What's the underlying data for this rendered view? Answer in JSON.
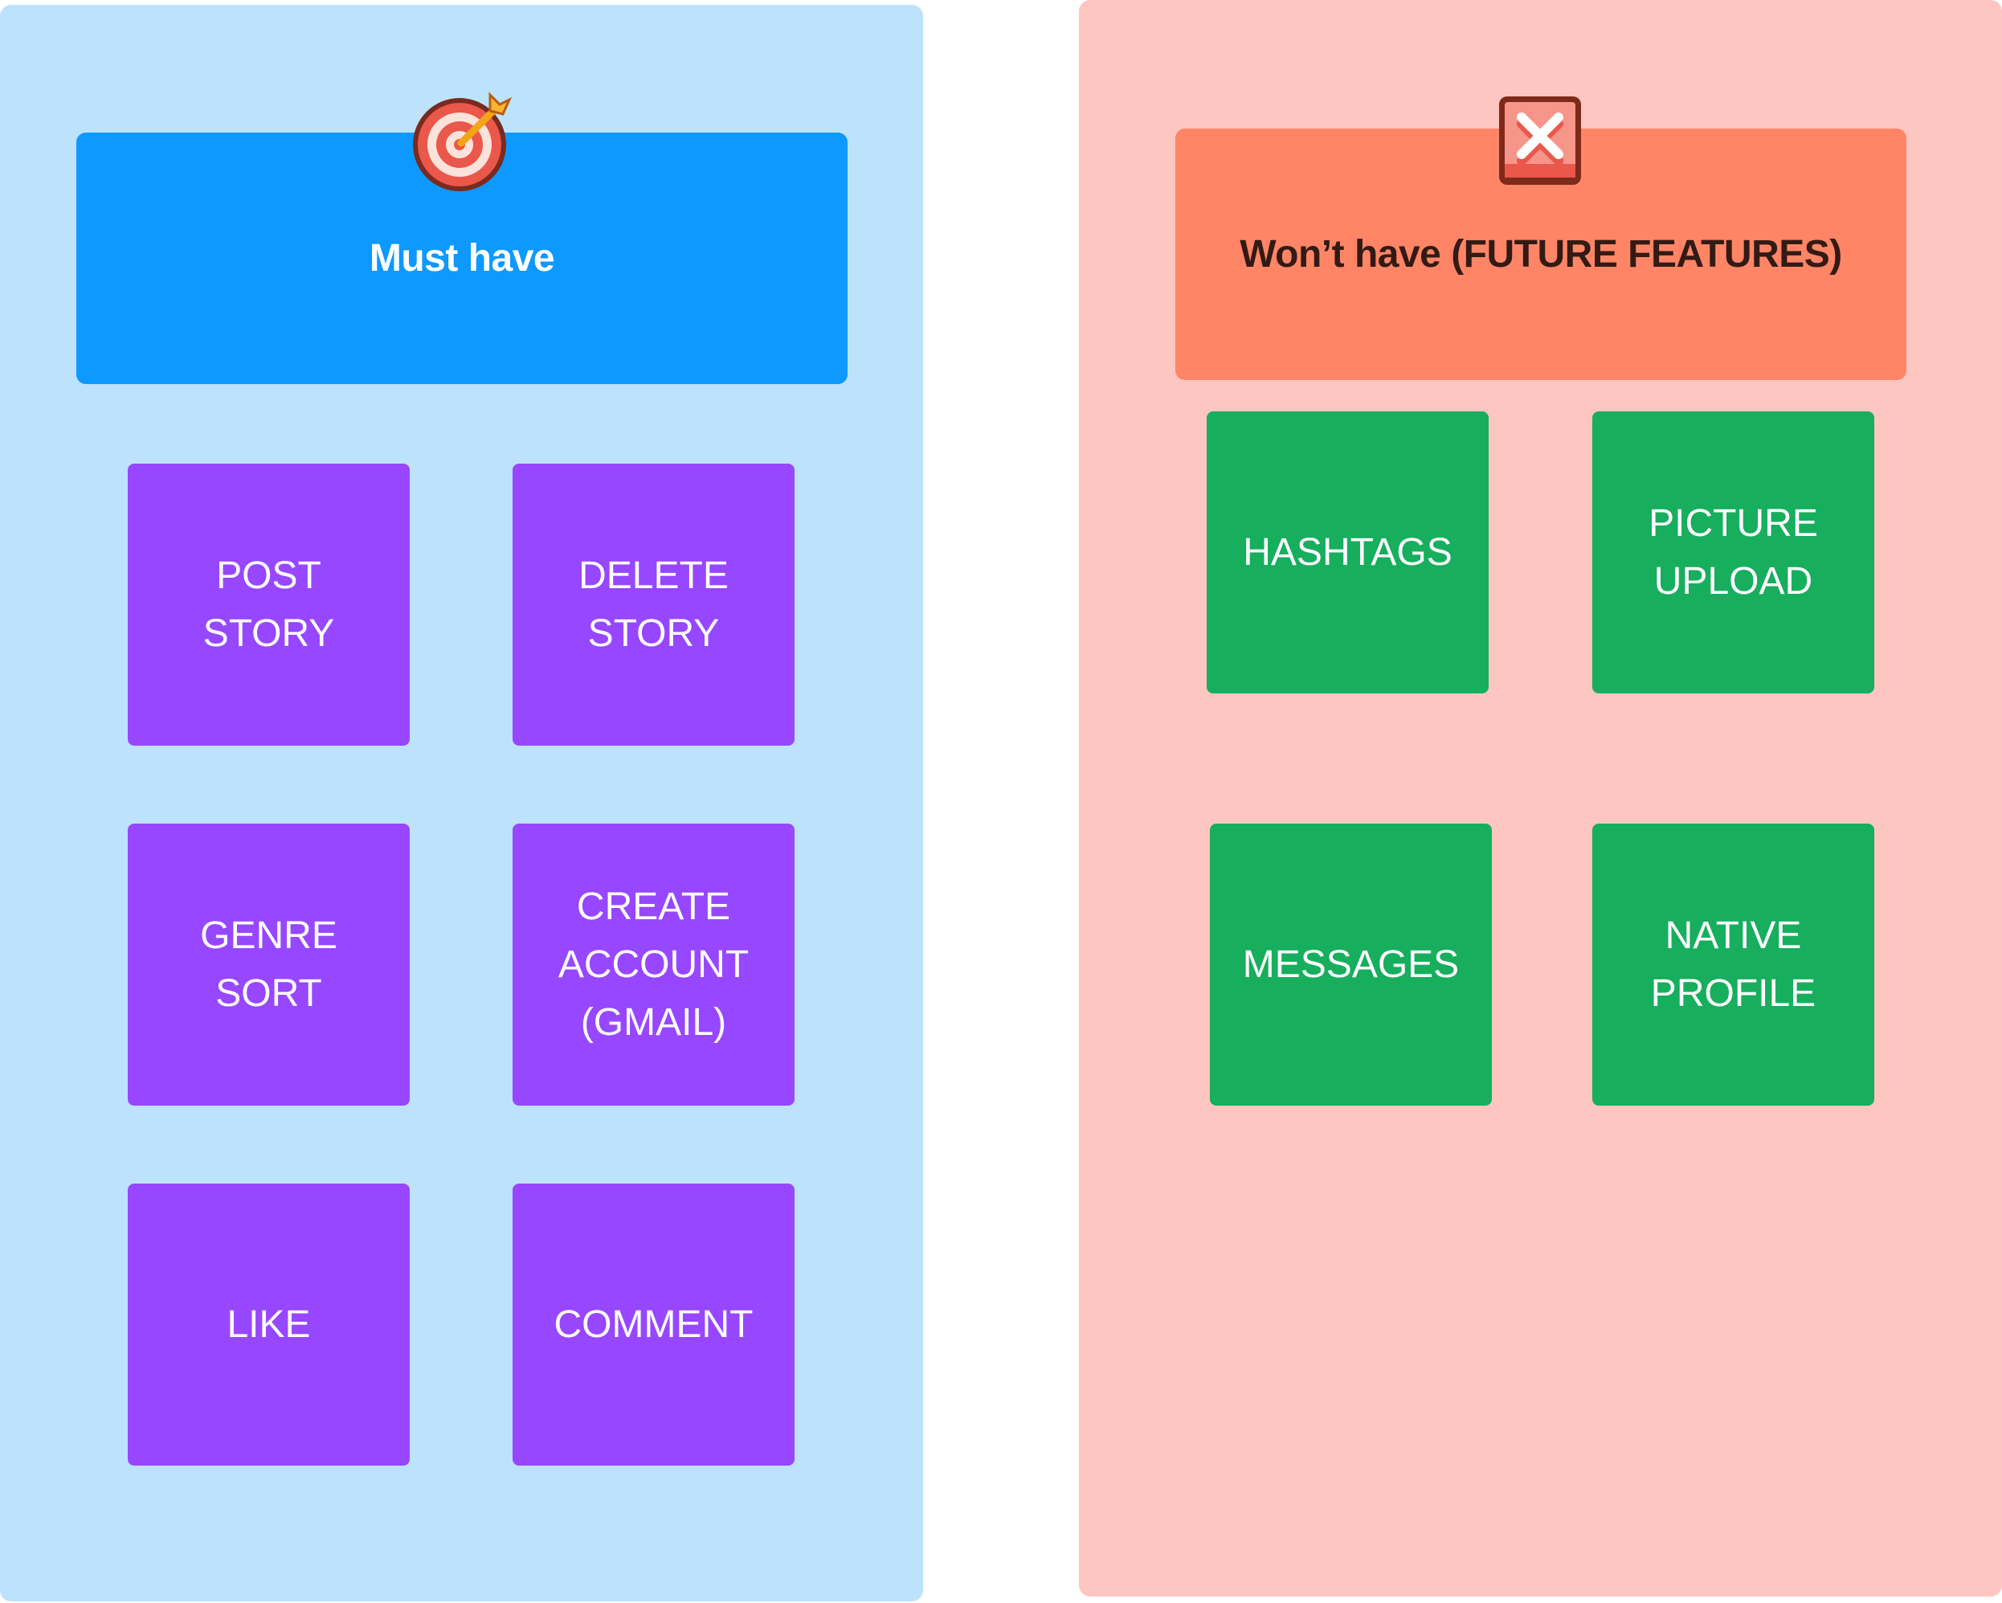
{
  "colors": {
    "must_panel": "#bde2fc",
    "must_header": "#0d99ff",
    "wont_panel": "#fec6c1",
    "wont_header": "#ff8566",
    "must_sticky": "#9747ff",
    "wont_sticky": "#17ae5e"
  },
  "must_have": {
    "icon": "bullseye-target-icon",
    "title": "Must have",
    "stickies": [
      {
        "label": "POST\nSTORY"
      },
      {
        "label": "DELETE\nSTORY"
      },
      {
        "label": "GENRE\nSORT"
      },
      {
        "label": "CREATE\nACCOUNT\n(GMAIL)"
      },
      {
        "label": "LIKE"
      },
      {
        "label": "COMMENT"
      }
    ]
  },
  "wont_have": {
    "icon": "cross-mark-button-icon",
    "title": "Won’t have (FUTURE FEATURES)",
    "stickies": [
      {
        "label": "HASHTAGS"
      },
      {
        "label": "PICTURE\nUPLOAD"
      },
      {
        "label": "MESSAGES"
      },
      {
        "label": "NATIVE\nPROFILE"
      }
    ]
  }
}
